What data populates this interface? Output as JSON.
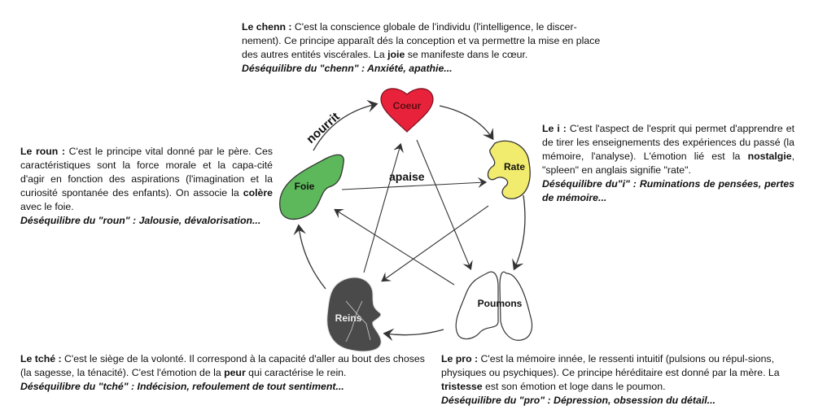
{
  "colors": {
    "coeur": "#e8223a",
    "rate": "#f2ec6e",
    "foie": "#5cb85a",
    "reins": "#4a4a4a",
    "poumons": "#ffffff",
    "line": "#333333"
  },
  "organs": {
    "coeur": {
      "label": "Coeur",
      "icon": "heart-icon"
    },
    "rate": {
      "label": "Rate",
      "icon": "spleen-icon"
    },
    "foie": {
      "label": "Foie",
      "icon": "liver-icon"
    },
    "reins": {
      "label": "Reins",
      "icon": "kidney-icon"
    },
    "poumons": {
      "label": "Poumons",
      "icon": "lungs-icon"
    }
  },
  "edge_labels": {
    "nourrit": "nourrit",
    "apaise": "apaise"
  },
  "relations": {
    "cycle_nourrit": [
      "Foie → Coeur",
      "Coeur → Rate",
      "Rate → Poumons",
      "Poumons → Reins",
      "Reins → Foie"
    ],
    "star_apaise": [
      "Foie → Rate",
      "Rate → Reins",
      "Reins → Coeur",
      "Coeur → Poumons",
      "Poumons → Foie"
    ]
  },
  "blocks": {
    "chenn": {
      "title": "Le chenn :",
      "t1": "  C'est la conscience globale de l'individu (l'intelligence, le discer-nement).  Ce principe apparaît dés la conception et va permettre la mise en place des autres entités viscérales. La ",
      "bold": "joie",
      "t2": " se manifeste dans le cœur.",
      "imbalance": "Déséquilibre du \"chenn\" : Anxiété, apathie..."
    },
    "roun": {
      "title": "Le roun :",
      "t1": " C'est le principe vital donné par le père. Ces caractéristiques sont la force morale et la capa-cité d'agir en fonction des aspirations (l'imagination et la curiosité spontanée des enfants). On associe la ",
      "bold": "colère",
      "t2": " avec le foie.",
      "imbalance": "Déséquilibre du \"roun\" : Jalousie, dévalorisation..."
    },
    "i": {
      "title": "Le i :",
      "t1": "   C'est l'aspect de l'esprit qui permet d'apprendre et de tirer les enseignements des expériences du passé (la mémoire, l'analyse). L'émotion lié est la ",
      "bold": "nostalgie",
      "t2": ", \"spleen\" en anglais signifie \"rate\".",
      "imbalance": "Déséquilibre du\"i\" : Ruminations de pensées, pertes de mémoire..."
    },
    "tche": {
      "title": "Le tché :",
      "t1": " C'est le siège de la volonté.  Il correspond à la capacité d'aller au bout des choses (la sagesse, la ténacité). C'est l'émotion de la ",
      "bold": "peur",
      "t2": " qui caractérise le rein.",
      "imbalance": "Déséquilibre du \"tché\" : Indécision, refoulement de tout sentiment..."
    },
    "pro": {
      "title": "Le pro :",
      "t1": " C'est la mémoire innée, le ressenti intuitif (pulsions ou répul-sions, physiques ou psychiques). Ce principe héréditaire est donné par la mère.  La ",
      "bold": "tristesse",
      "t2": " est son émotion et loge dans le poumon.",
      "imbalance": "Déséquilibre du \"pro\" : Dépression, obsession du détail..."
    }
  }
}
